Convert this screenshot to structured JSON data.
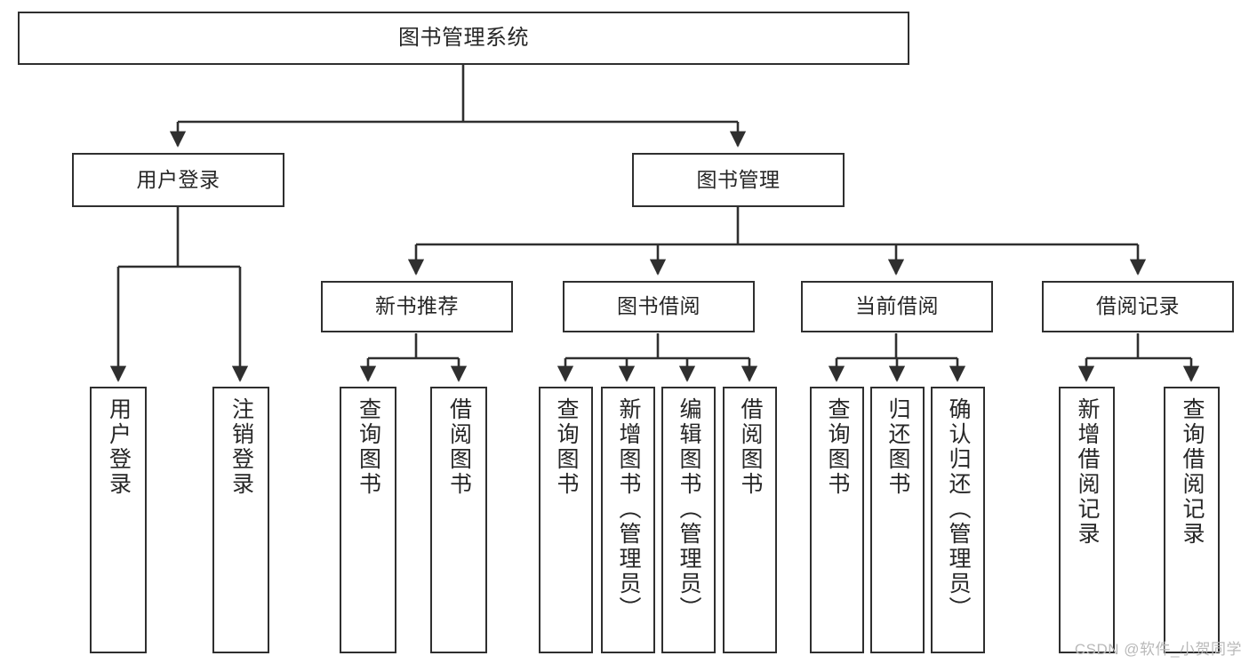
{
  "diagram": {
    "title": "图书管理系统",
    "type": "tree-hierarchy-chart",
    "watermark": "CSDN @软件_小贺同学",
    "colors": {
      "box_border": "#2f2f2f",
      "box_fill": "#ffffff",
      "connector": "#2f2f2f",
      "text": "#262626",
      "watermark": "#b9b9b9",
      "background": "#ffffff"
    },
    "nodes": {
      "root": {
        "label": "图书管理系统"
      },
      "level2": [
        {
          "label": "用户登录"
        },
        {
          "label": "图书管理"
        }
      ],
      "level3": [
        {
          "label": "新书推荐"
        },
        {
          "label": "图书借阅"
        },
        {
          "label": "当前借阅"
        },
        {
          "label": "借阅记录"
        }
      ],
      "leaves": {
        "user_login": [
          {
            "label": "用户登录"
          },
          {
            "label": "注销登录"
          }
        ],
        "new_book_recommend": [
          {
            "label": "查询图书"
          },
          {
            "label": "借阅图书"
          }
        ],
        "book_borrow": [
          {
            "label": "查询图书"
          },
          {
            "label": "新增图书（管理员）"
          },
          {
            "label": "编辑图书（管理员）"
          },
          {
            "label": "借阅图书"
          }
        ],
        "current_borrow": [
          {
            "label": "查询图书"
          },
          {
            "label": "归还图书"
          },
          {
            "label": "确认归还（管理员）"
          }
        ],
        "borrow_record": [
          {
            "label": "新增借阅记录"
          },
          {
            "label": "查询借阅记录"
          }
        ]
      }
    }
  }
}
